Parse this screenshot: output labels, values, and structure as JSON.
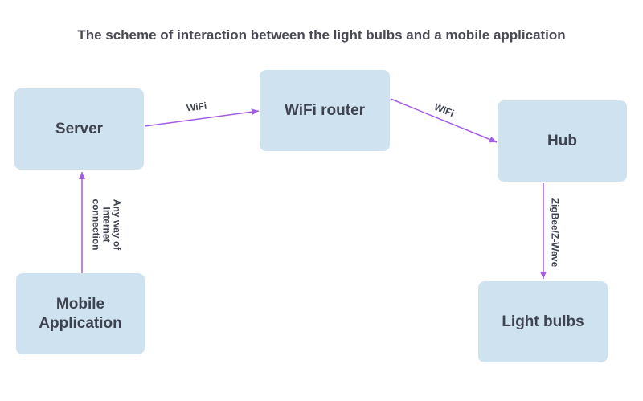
{
  "diagram": {
    "title": "The scheme of interaction between the light bulbs and a mobile application",
    "nodes": {
      "server": {
        "label": "Server"
      },
      "router": {
        "label": "WiFi router"
      },
      "hub": {
        "label": "Hub"
      },
      "mobile": {
        "line1": "Mobile",
        "line2": "Application"
      },
      "bulbs": {
        "label": "Light bulbs"
      }
    },
    "edges": {
      "server_router": {
        "label": "WiFi"
      },
      "router_hub": {
        "label": "WiFi"
      },
      "hub_bulbs": {
        "label": "ZigBee/Z-Wave"
      },
      "mobile_server": {
        "line1": "Any way of",
        "line2": "Internet",
        "line3": "connection"
      }
    },
    "colors": {
      "node_fill": "#cfe2f0",
      "edge": "#a25ce6",
      "text": "#3f4350"
    }
  }
}
